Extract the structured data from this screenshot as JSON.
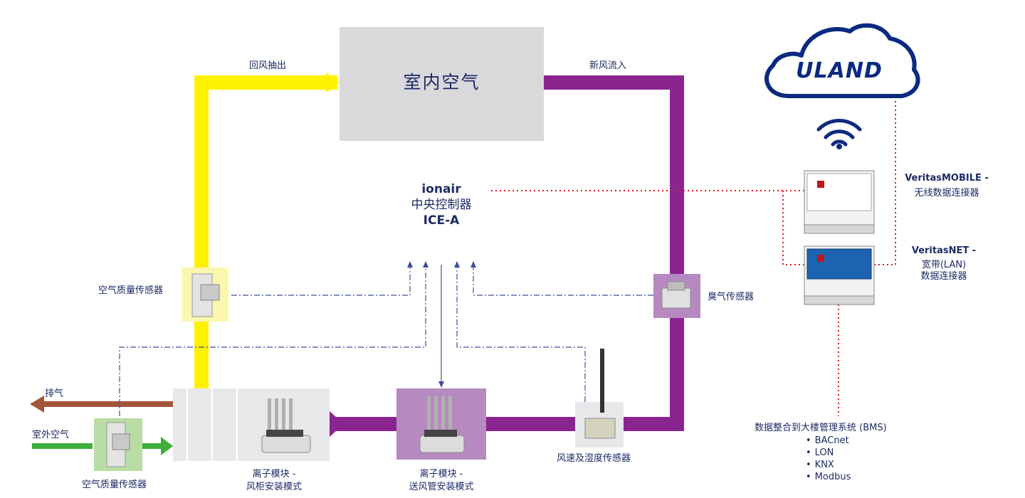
{
  "indoor_air": "室内空气",
  "return_air_label": "回风抽出",
  "fresh_air_label": "新风流入",
  "controller": {
    "brand": "ionair",
    "name": "中央控制器",
    "model": "ICE-A"
  },
  "sensors": {
    "aq_upper": "空气质量传感器",
    "aq_lower": "空气质量传感器",
    "ozone": "臭气传感器",
    "wind_humidity": "风速及湿度传感器"
  },
  "flows": {
    "exhaust": "排气",
    "outdoor": "室外空气"
  },
  "modules": {
    "cabinet_line1": "离子模块 -",
    "cabinet_line2": "风柜安装模式",
    "duct_line1": "离子模块 -",
    "duct_line2": "送风管安装模式"
  },
  "logo_text": "ULAND",
  "connectors": {
    "mobile_name": "VeritasMOBILE -",
    "mobile_desc": "无线数据连接器",
    "net_name": "VeritasNET -",
    "net_desc1": "宽带(LAN)",
    "net_desc2": "数据连接器"
  },
  "bms": {
    "title": "数据整合到大楼管理系统 (BMS)",
    "items": [
      "BACnet",
      "LON",
      "KNX",
      "Modbus"
    ]
  },
  "colors": {
    "return_air": "#fff200",
    "fresh_air": "#8a2590",
    "exhaust": "#a3553a",
    "outdoor_air": "#3fae3c",
    "indoor_box": "#d9d9db",
    "signal_line": "#3d4d9e",
    "network_line": "#e1191f",
    "text": "#1d2a66"
  }
}
